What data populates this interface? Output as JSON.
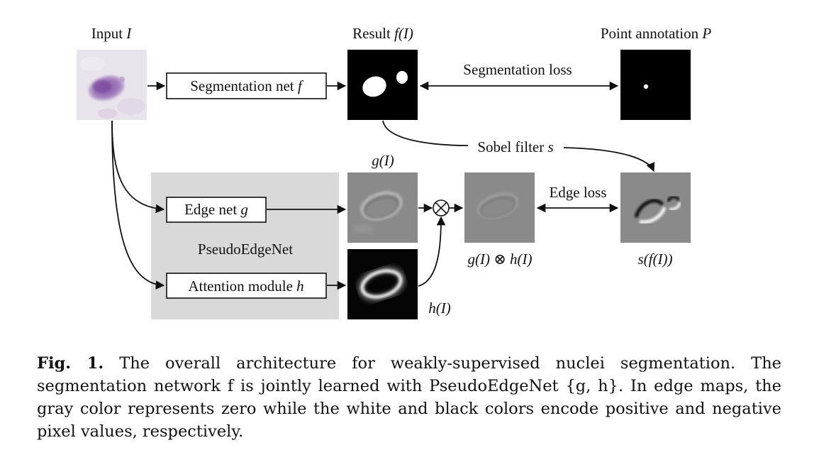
{
  "labels": {
    "input": "Input",
    "input_sym": "I",
    "result": "Result",
    "result_sym": "f(I)",
    "point_annotation": "Point annotation",
    "point_sym": "P",
    "segmentation_net": "Segmentation net",
    "segmentation_net_sym": "f",
    "segmentation_loss": "Segmentation loss",
    "sobel_filter": "Sobel filter",
    "sobel_sym": "s",
    "g_of_I": "g(I)",
    "h_of_I": "h(I)",
    "edge_net": "Edge net",
    "edge_net_sym": "g",
    "attention_module": "Attention module",
    "attention_module_sym": "h",
    "pseudoedgenet": "PseudoEdgeNet",
    "edge_loss": "Edge loss",
    "product": "g(I) ⊗ h(I)",
    "s_f_I": "s(f(I))",
    "otimes": "⊗"
  },
  "caption": {
    "fig_label": "Fig. 1.",
    "text": "The overall architecture for weakly-supervised nuclei segmentation. The segmentation network f is jointly learned with PseudoEdgeNet {g, h}. In edge maps, the gray color represents zero while the white and black colors encode positive and negative pixel values, respectively."
  }
}
